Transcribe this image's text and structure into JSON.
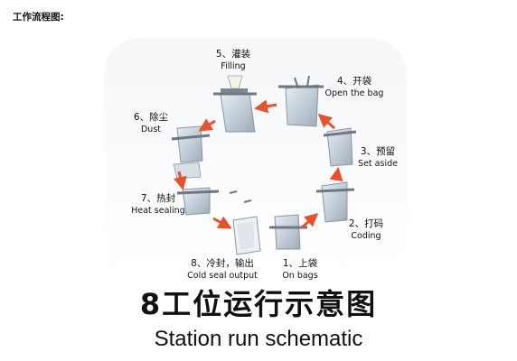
{
  "header": {
    "text": "工作流程图:"
  },
  "steps": [
    {
      "id": 1,
      "cn": "1、上袋",
      "en": "On bags"
    },
    {
      "id": 2,
      "cn": "2、打码",
      "en": "Coding"
    },
    {
      "id": 3,
      "cn": "3、预留",
      "en": "Set aside"
    },
    {
      "id": 4,
      "cn": "4、开袋",
      "en": "Open the bag"
    },
    {
      "id": 5,
      "cn": "5、灌装",
      "en": "Filling"
    },
    {
      "id": 6,
      "cn": "6、除尘",
      "en": "Dust"
    },
    {
      "id": 7,
      "cn": "7、热封",
      "en": "Heat sealing"
    },
    {
      "id": 8,
      "cn": "8、冷封，输出",
      "en": "Cold seal output"
    }
  ],
  "title": {
    "cn": "8工位运行示意图",
    "en": "Station run schematic"
  },
  "colors": {
    "arrow": "#e8512e",
    "bag": "#c9d3dc",
    "bag_edge": "#8a97a3",
    "clamp": "#707a84"
  }
}
